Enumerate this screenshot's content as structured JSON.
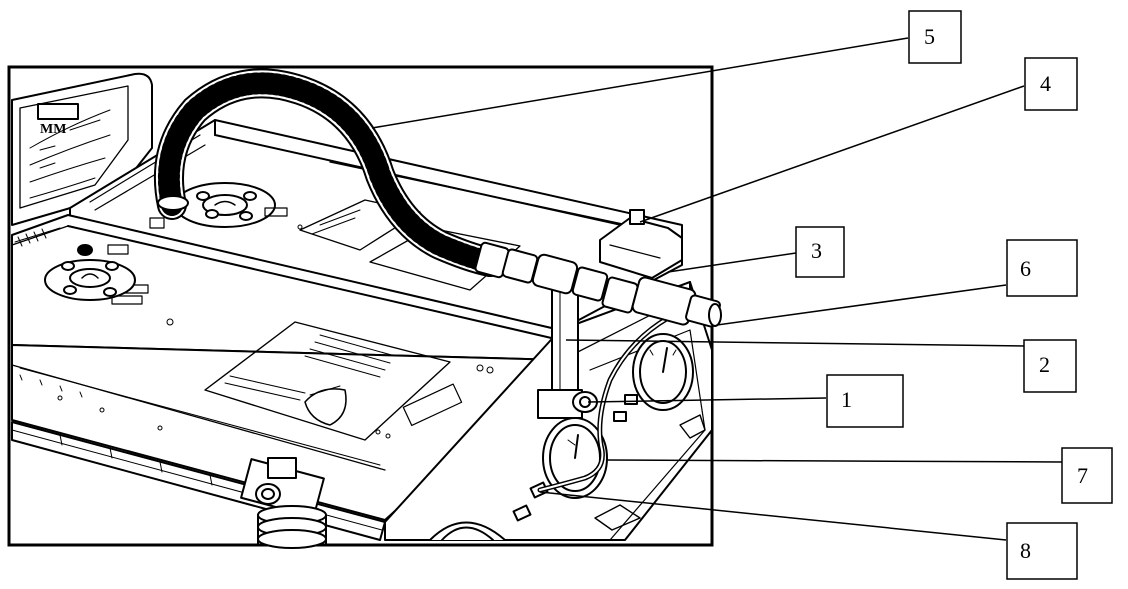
{
  "labels": [
    "1",
    "2",
    "3",
    "4",
    "5",
    "6",
    "7",
    "8"
  ],
  "dial_text": "MM"
}
